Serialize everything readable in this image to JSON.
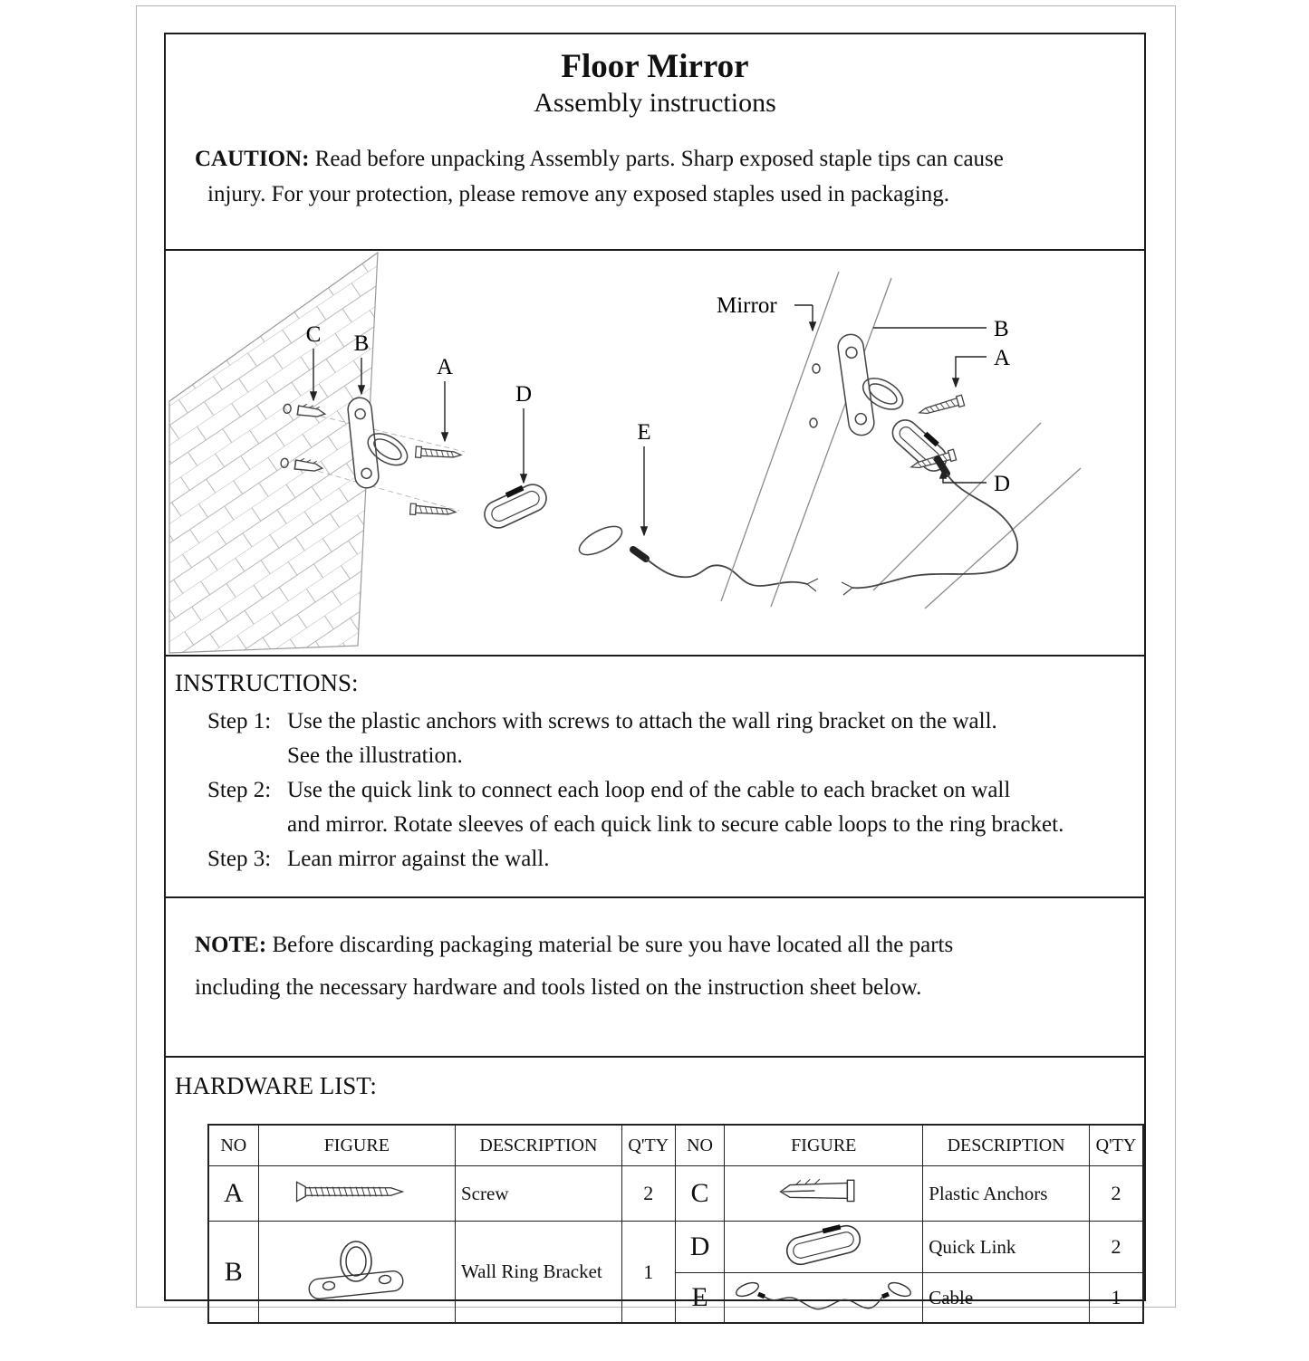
{
  "header": {
    "title": "Floor Mirror",
    "subtitle": "Assembly instructions",
    "caution": {
      "label": "CAUTION:",
      "line1": "Read before unpacking Assembly parts. Sharp exposed staple tips can cause",
      "line2": "injury. For your protection, please remove any exposed staples used in packaging."
    }
  },
  "diagram": {
    "labels": {
      "anchor": "C",
      "bracket": "B",
      "screw": "A",
      "quick_link": "D",
      "cable": "E",
      "mirror": "Mirror",
      "bracket_right": "B",
      "screw_right": "A",
      "cable_right": "D"
    }
  },
  "instructions": {
    "heading": "INSTRUCTIONS:",
    "steps": [
      {
        "label": "Step 1:",
        "text1": "Use the plastic anchors with screws to attach the wall ring bracket on the wall.",
        "text2": "See the illustration."
      },
      {
        "label": "Step 2:",
        "text1": "Use the quick link to connect each loop end of the cable to each bracket on wall",
        "text2": "and mirror. Rotate sleeves of each quick link to secure cable loops to the ring bracket."
      },
      {
        "label": "Step 3:",
        "text1": "Lean mirror against the wall."
      }
    ]
  },
  "note": {
    "label": "NOTE:",
    "line1": "Before discarding packaging material be sure you have located all the parts",
    "line2": "including the necessary hardware and tools listed on the instruction sheet below."
  },
  "hardware": {
    "heading": "HARDWARE LIST:",
    "headers": [
      "NO",
      "FIGURE",
      "DESCRIPTION",
      "Q'TY"
    ],
    "rows": {
      "a": {
        "no": "A",
        "figure_icon": "screw-icon",
        "description": "Screw",
        "qty": "2"
      },
      "b": {
        "no": "B",
        "figure_icon": "wall-ring-bracket-icon",
        "description": "Wall Ring Bracket",
        "qty": "1"
      },
      "c": {
        "no": "C",
        "figure_icon": "plastic-anchor-icon",
        "description": "Plastic Anchors",
        "qty": "2"
      },
      "d": {
        "no": "D",
        "figure_icon": "quick-link-icon",
        "description": "Quick Link",
        "qty": "2"
      },
      "e": {
        "no": "E",
        "figure_icon": "cable-icon",
        "description": "Cable",
        "qty": "1"
      }
    }
  }
}
